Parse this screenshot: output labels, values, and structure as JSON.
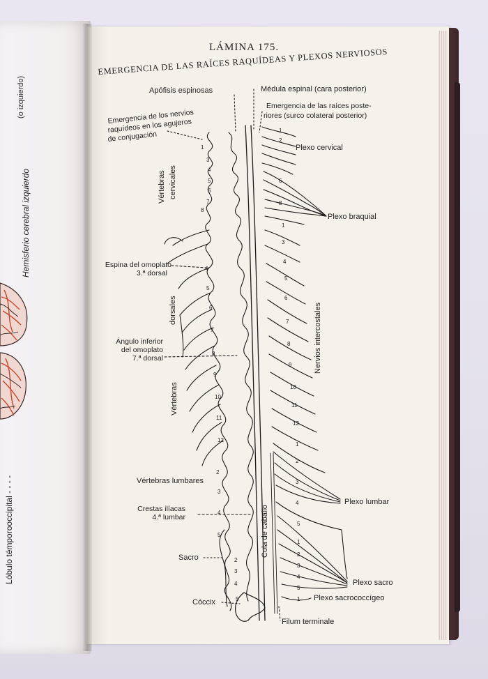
{
  "left_page": {
    "caption_top": "Hemisferio cerebral izquierdo",
    "caption_bottom": "Lóbulo témporooccipital - - - -",
    "fragment": "(o izquierdo)"
  },
  "plate": {
    "number": "LÁMINA 175.",
    "title": "EMERGENCIA DE LAS RAÍCES RAQUÍDEAS Y PLEXOS NERVIOSOS"
  },
  "labels": {
    "apofisis": "Apófisis espinosas",
    "medula": "Médula espinal (cara posterior)",
    "emergencia_post_1": "Emergencia de las raíces poste-",
    "emergencia_post_2": "riores (surco colateral posterior)",
    "emergencia_nervios_1": "Emergencia de los nervios",
    "emergencia_nervios_2": "raquídeos en los agujeros",
    "emergencia_nervios_3": "de conjugación",
    "plexo_cervical": "Plexo cervical",
    "plexo_braquial": "Plexo braquial",
    "vertebras_cervicales_1": "Vértebras",
    "vertebras_cervicales_2": "cervicales",
    "espina_1": "Espina del omoplato",
    "espina_2": "3.ª dorsal",
    "dorsales": "dorsales",
    "angulo_1": "Ángulo inferior",
    "angulo_2": "del omoplato",
    "angulo_3": "7.ª dorsal",
    "vertebras": "Vértebras",
    "nervios_intercostales": "Nervios intercostales",
    "vertebras_lumbares": "Vértebras lumbares",
    "crestas_1": "Crestas ilíacas",
    "crestas_2": "4.ª lumbar",
    "plexo_lumbar": "Plexo lumbar",
    "cola_caballo": "Cola de caballo",
    "sacro": "Sacro",
    "coccix": "Cóccix",
    "plexo_sacro": "Plexo sacro",
    "plexo_sacrococcigeo": "Plexo sacrococcígeo",
    "filum": "Filum terminale"
  },
  "colors": {
    "ink": "#1c1b1b",
    "paper": "#f4f2ea",
    "cover": "#4a2f33",
    "brain_red": "#c8452f"
  },
  "icons": [
    "spine-illustration",
    "brain-illustration"
  ]
}
